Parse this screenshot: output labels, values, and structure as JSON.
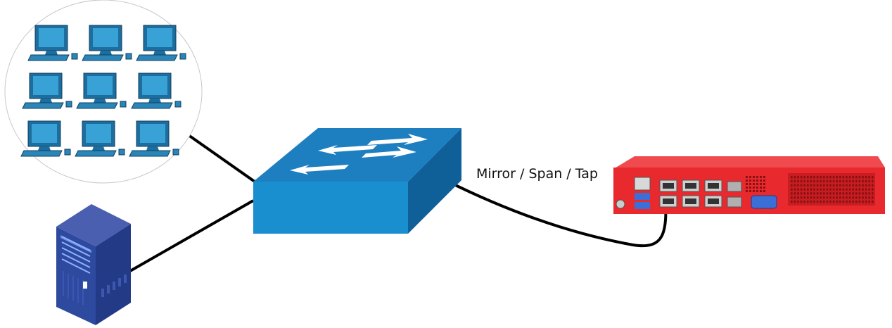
{
  "diagram": {
    "link_label": "Mirror / Span / Tap",
    "nodes": [
      {
        "id": "workstation-group",
        "icon": "computer-cluster-icon",
        "count": 9
      },
      {
        "id": "server",
        "icon": "server-tower-icon"
      },
      {
        "id": "network-switch",
        "icon": "switch-icon"
      },
      {
        "id": "monitoring-appliance",
        "icon": "rack-appliance-icon"
      }
    ],
    "edges": [
      {
        "from": "workstation-group",
        "to": "network-switch"
      },
      {
        "from": "server",
        "to": "network-switch"
      },
      {
        "from": "network-switch",
        "to": "monitoring-appliance",
        "label_ref": "link_label"
      }
    ],
    "colors": {
      "switch_top": "#1e7fc0",
      "switch_front": "#1a8fd0",
      "switch_side": "#0f5f98",
      "appliance": "#e8292e",
      "server": "#2a3f8c",
      "monitor": "#38a2d6",
      "cable": "#000000"
    }
  }
}
